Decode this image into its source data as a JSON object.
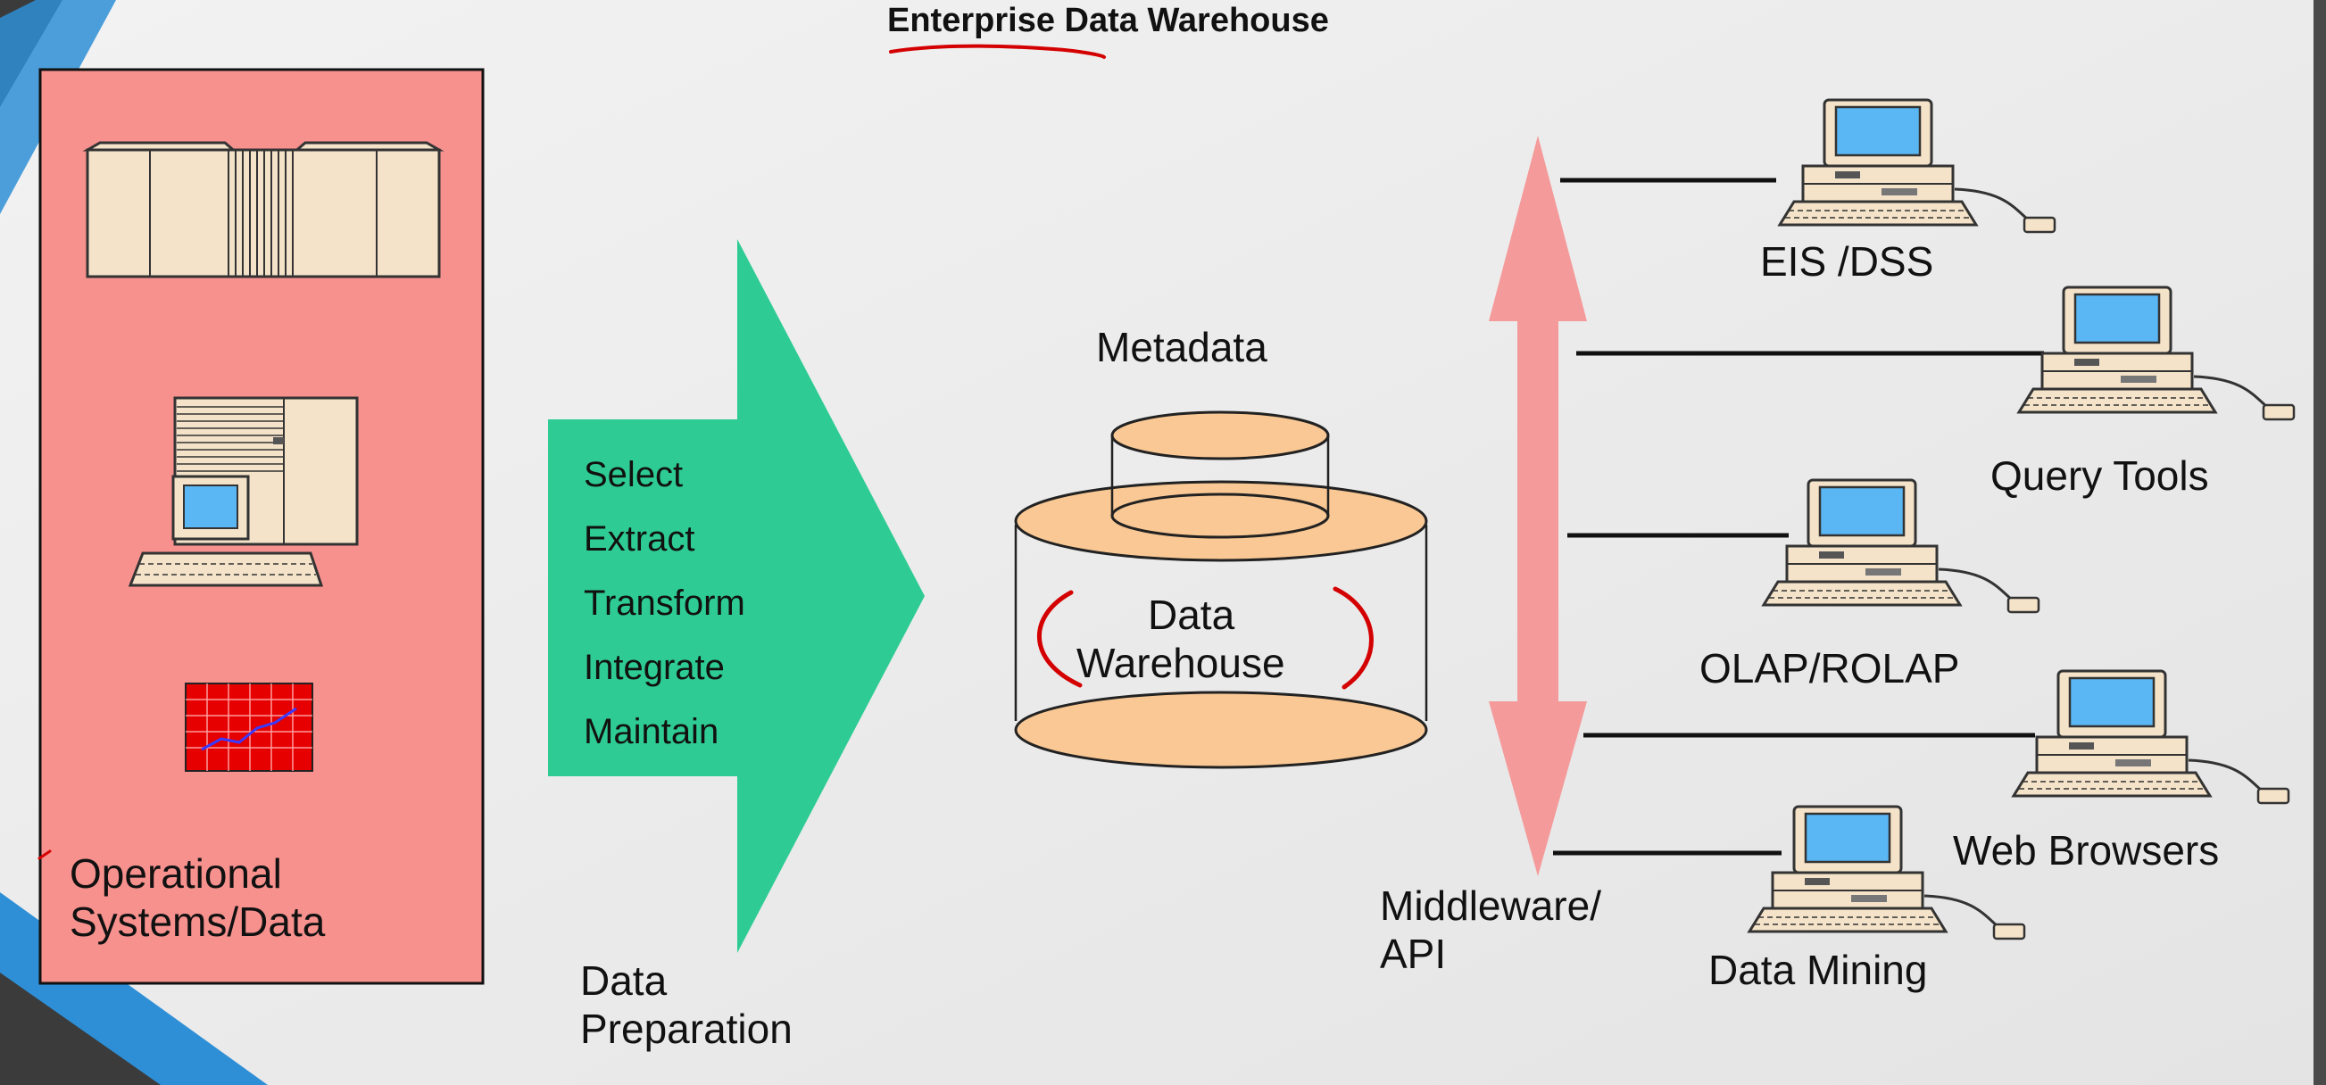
{
  "title": "Enterprise Data Warehouse",
  "operational": {
    "line1": "Operational",
    "line2": "Systems/Data"
  },
  "preparation": {
    "steps": [
      "Select",
      "Extract",
      "Transform",
      "Integrate",
      "Maintain"
    ],
    "caption_line1": "Data",
    "caption_line2": "Preparation"
  },
  "warehouse": {
    "metadata_label": "Metadata",
    "line1": "Data",
    "line2": "Warehouse"
  },
  "middleware": {
    "line1": "Middleware/",
    "line2": "API"
  },
  "clients": [
    "EIS /DSS",
    "Query Tools",
    "OLAP/ROLAP",
    "Web Browsers",
    "Data Mining"
  ],
  "colors": {
    "background": "#ebebeb",
    "operational_panel": "#f7918e",
    "preparation_arrow": "#2ecc94",
    "cylinder_fill": "#f9c894",
    "middleware_arrow": "#f59a9a",
    "monitor_screen": "#5bb6f4",
    "annotation_pen": "#d40000"
  }
}
